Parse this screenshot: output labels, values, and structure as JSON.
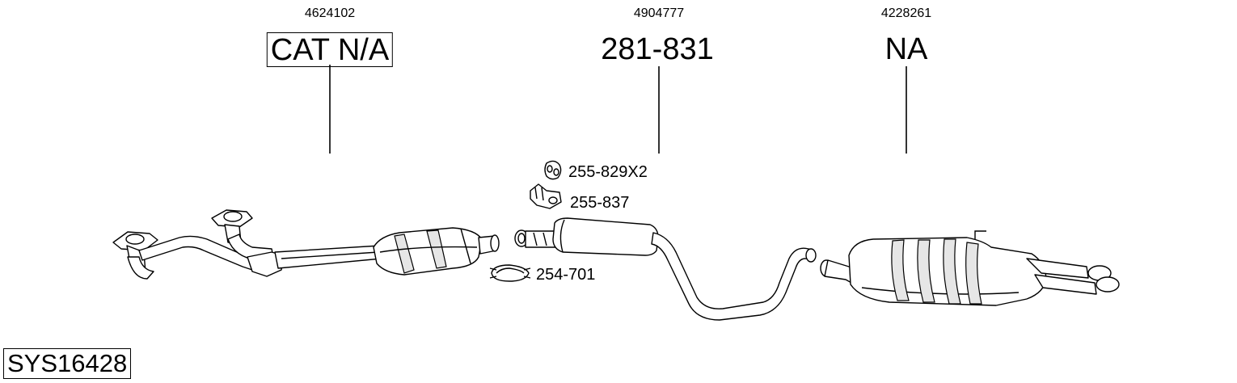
{
  "groups": [
    {
      "ref": "4624102",
      "label": "CAT N/A"
    },
    {
      "ref": "4904777",
      "label": "281-831"
    },
    {
      "ref": "4228261",
      "label": "NA"
    }
  ],
  "accessories": [
    {
      "part": "255-829X2"
    },
    {
      "part": "255-837"
    },
    {
      "part": "254-701"
    }
  ],
  "system_code": "SYS16428"
}
